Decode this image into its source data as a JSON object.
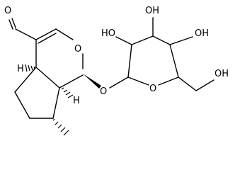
{
  "structure": {
    "aldehyde_oxygen": "O",
    "ring_oxygen_pyran": "O",
    "glycosidic_oxygen": "O",
    "sugar_ring_oxygen": "O",
    "hydroxyl_c2": "HO",
    "hydroxyl_c3": "OH",
    "hydroxyl_c4": "OH",
    "hydroxyl_c6": "OH",
    "stereo_h_c5": "H",
    "stereo_h_c9": "H"
  }
}
